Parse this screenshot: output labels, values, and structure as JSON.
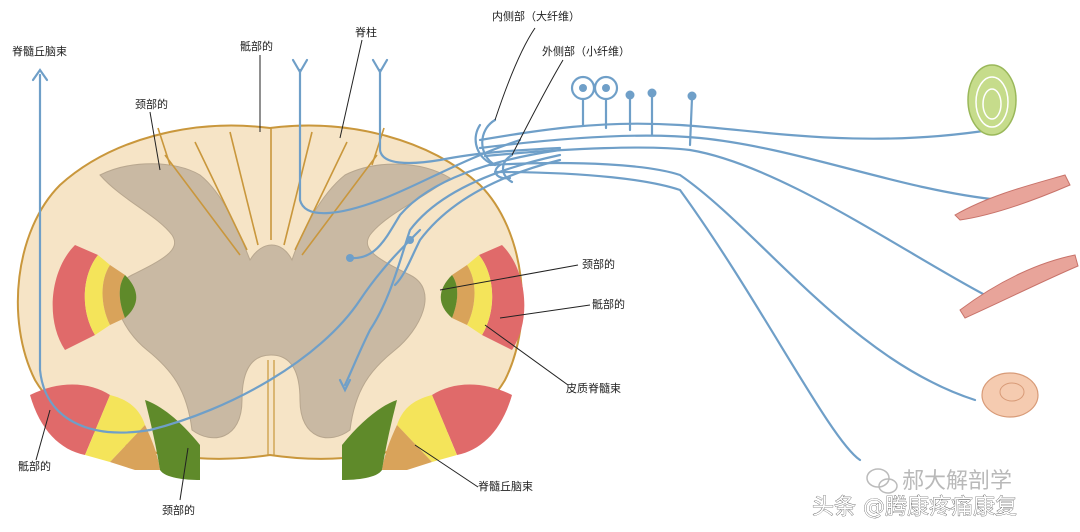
{
  "labels": {
    "spinothalamic_top": "脊髓丘脑束",
    "sacral_top": "骶部的",
    "spinal_column": "脊柱",
    "medial_part": "内侧部（大纤维）",
    "lateral_part": "外侧部（小纤维）",
    "cervical_left": "颈部的",
    "cervical_right": "颈部的",
    "sacral_right": "骶部的",
    "corticospinal": "皮质脊髓束",
    "sacral_bottom_left": "骶部的",
    "cervical_bottom": "颈部的",
    "spinothalamic_bottom": "脊髓丘脑束"
  },
  "watermark": {
    "account": "头条 @腾康疼痛康复",
    "brand": "郝大解剖学"
  },
  "colors": {
    "white_matter": "#f6e4c6",
    "gray_matter": "#c9b9a3",
    "outline": "#c9973c",
    "nerve": "#6f9fc8",
    "red_band": "#e06a6a",
    "yellow_band": "#f4e45a",
    "orange_band": "#d9a35a",
    "green_band": "#5f8a2a"
  }
}
